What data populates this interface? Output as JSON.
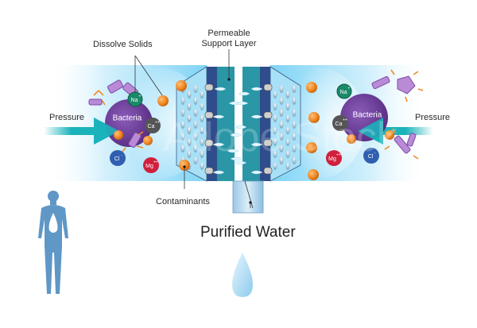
{
  "diagram": {
    "title": "Reverse Osmosis Water Purification",
    "labels": {
      "dissolve_solids": "Dissolve Solids",
      "permeable_support_layer_line1": "Permeable",
      "permeable_support_layer_line2": "Support Layer",
      "contaminants": "Contaminants",
      "purified_water": "Purified Water",
      "pressure_left": "Pressure",
      "pressure_right": "Pressure"
    },
    "left_side": {
      "bacteria": "Bacteria",
      "ions": [
        "Na+",
        "Ca++",
        "Cl-",
        "Mg++"
      ]
    },
    "right_side": {
      "bacteria": "Bacteria",
      "ions": [
        "Na+",
        "Ca++",
        "Cl-",
        "Mg++"
      ]
    },
    "ion_labels": {
      "na": "Na",
      "na_charge": "+",
      "ca": "Ca",
      "ca_charge": "++",
      "cl": "Cl",
      "cl_charge": "-",
      "mg": "Mg",
      "mg_charge": "++"
    },
    "watermark": "Adobe Stock",
    "colors": {
      "water_light": "#bfe9fb",
      "water_mid": "#6fd0f5",
      "membrane_dark": "#2f4d8c",
      "support_teal": "#2a96a6",
      "arrow_teal": "#1bb3bb",
      "bacteria_purple": "#6a3c96",
      "contaminant_orange": "#f08a24",
      "ion_na": "#1a8a6a",
      "ion_ca": "#555555",
      "ion_cl": "#2f5fb0",
      "ion_mg": "#d0203c",
      "human_blue": "#5f97c7",
      "drop_blue": "#a8d8f0"
    }
  }
}
